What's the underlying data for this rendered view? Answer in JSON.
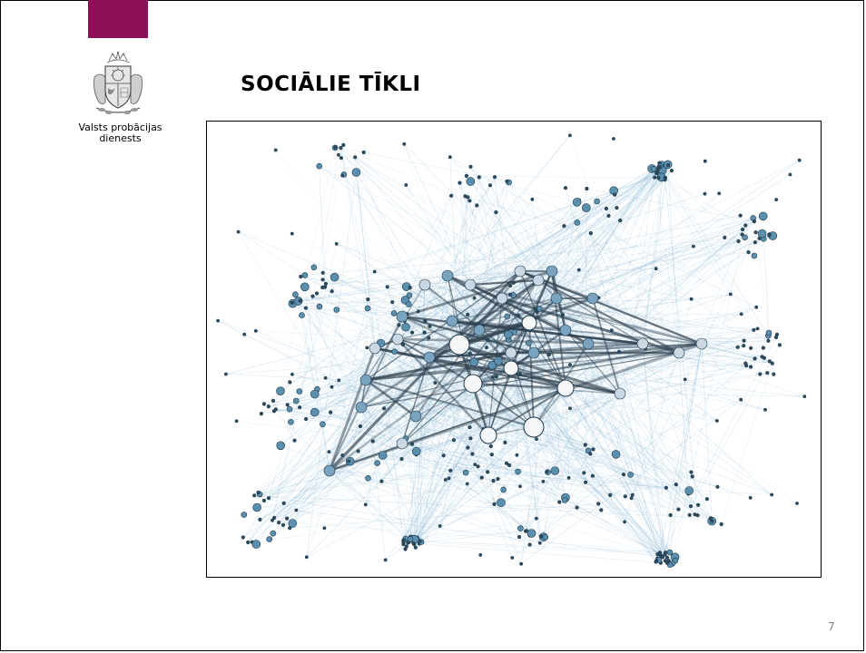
{
  "slide": {
    "title": "SOCIĀLIE TĪKLI",
    "page_number": "7"
  },
  "organization": {
    "name_line1": "Valsts probācijas",
    "name_line2": "dienests",
    "logo_icon": "latvia-coat-of-arms-icon"
  },
  "colors": {
    "accent": "#8b1057",
    "node_fill": "#5b8fae",
    "node_stroke": "#1f3b4d",
    "edge": "#6fa8cc",
    "hub_fill": "#f4f6f8"
  },
  "illustration": {
    "kind": "social-network-graph"
  }
}
